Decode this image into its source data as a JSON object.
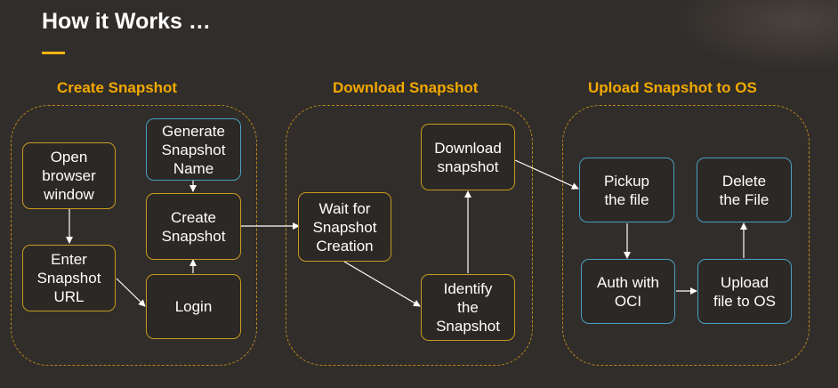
{
  "title": "How it Works …",
  "colors": {
    "background": "#312d2a",
    "accent": "#f2a900",
    "node_border_gold": "#c99a1e",
    "node_border_blue": "#4a9fc2"
  },
  "sections": {
    "create": "Create Snapshot",
    "download": "Download Snapshot",
    "upload": "Upload Snapshot to OS"
  },
  "nodes": {
    "open_browser": "Open\nbrowser\nwindow",
    "enter_url": "Enter\nSnapshot\nURL",
    "generate_name": "Generate\nSnapshot\nName",
    "create_snapshot": "Create\nSnapshot",
    "login": "Login",
    "wait_creation": "Wait for\nSnapshot\nCreation",
    "download_snapshot": "Download\nsnapshot",
    "identify_snapshot": "Identify\nthe\nSnapshot",
    "pickup_file": "Pickup\nthe file",
    "delete_file": "Delete\nthe File",
    "auth_oci": "Auth with\nOCI",
    "upload_file": "Upload\nfile to OS"
  }
}
